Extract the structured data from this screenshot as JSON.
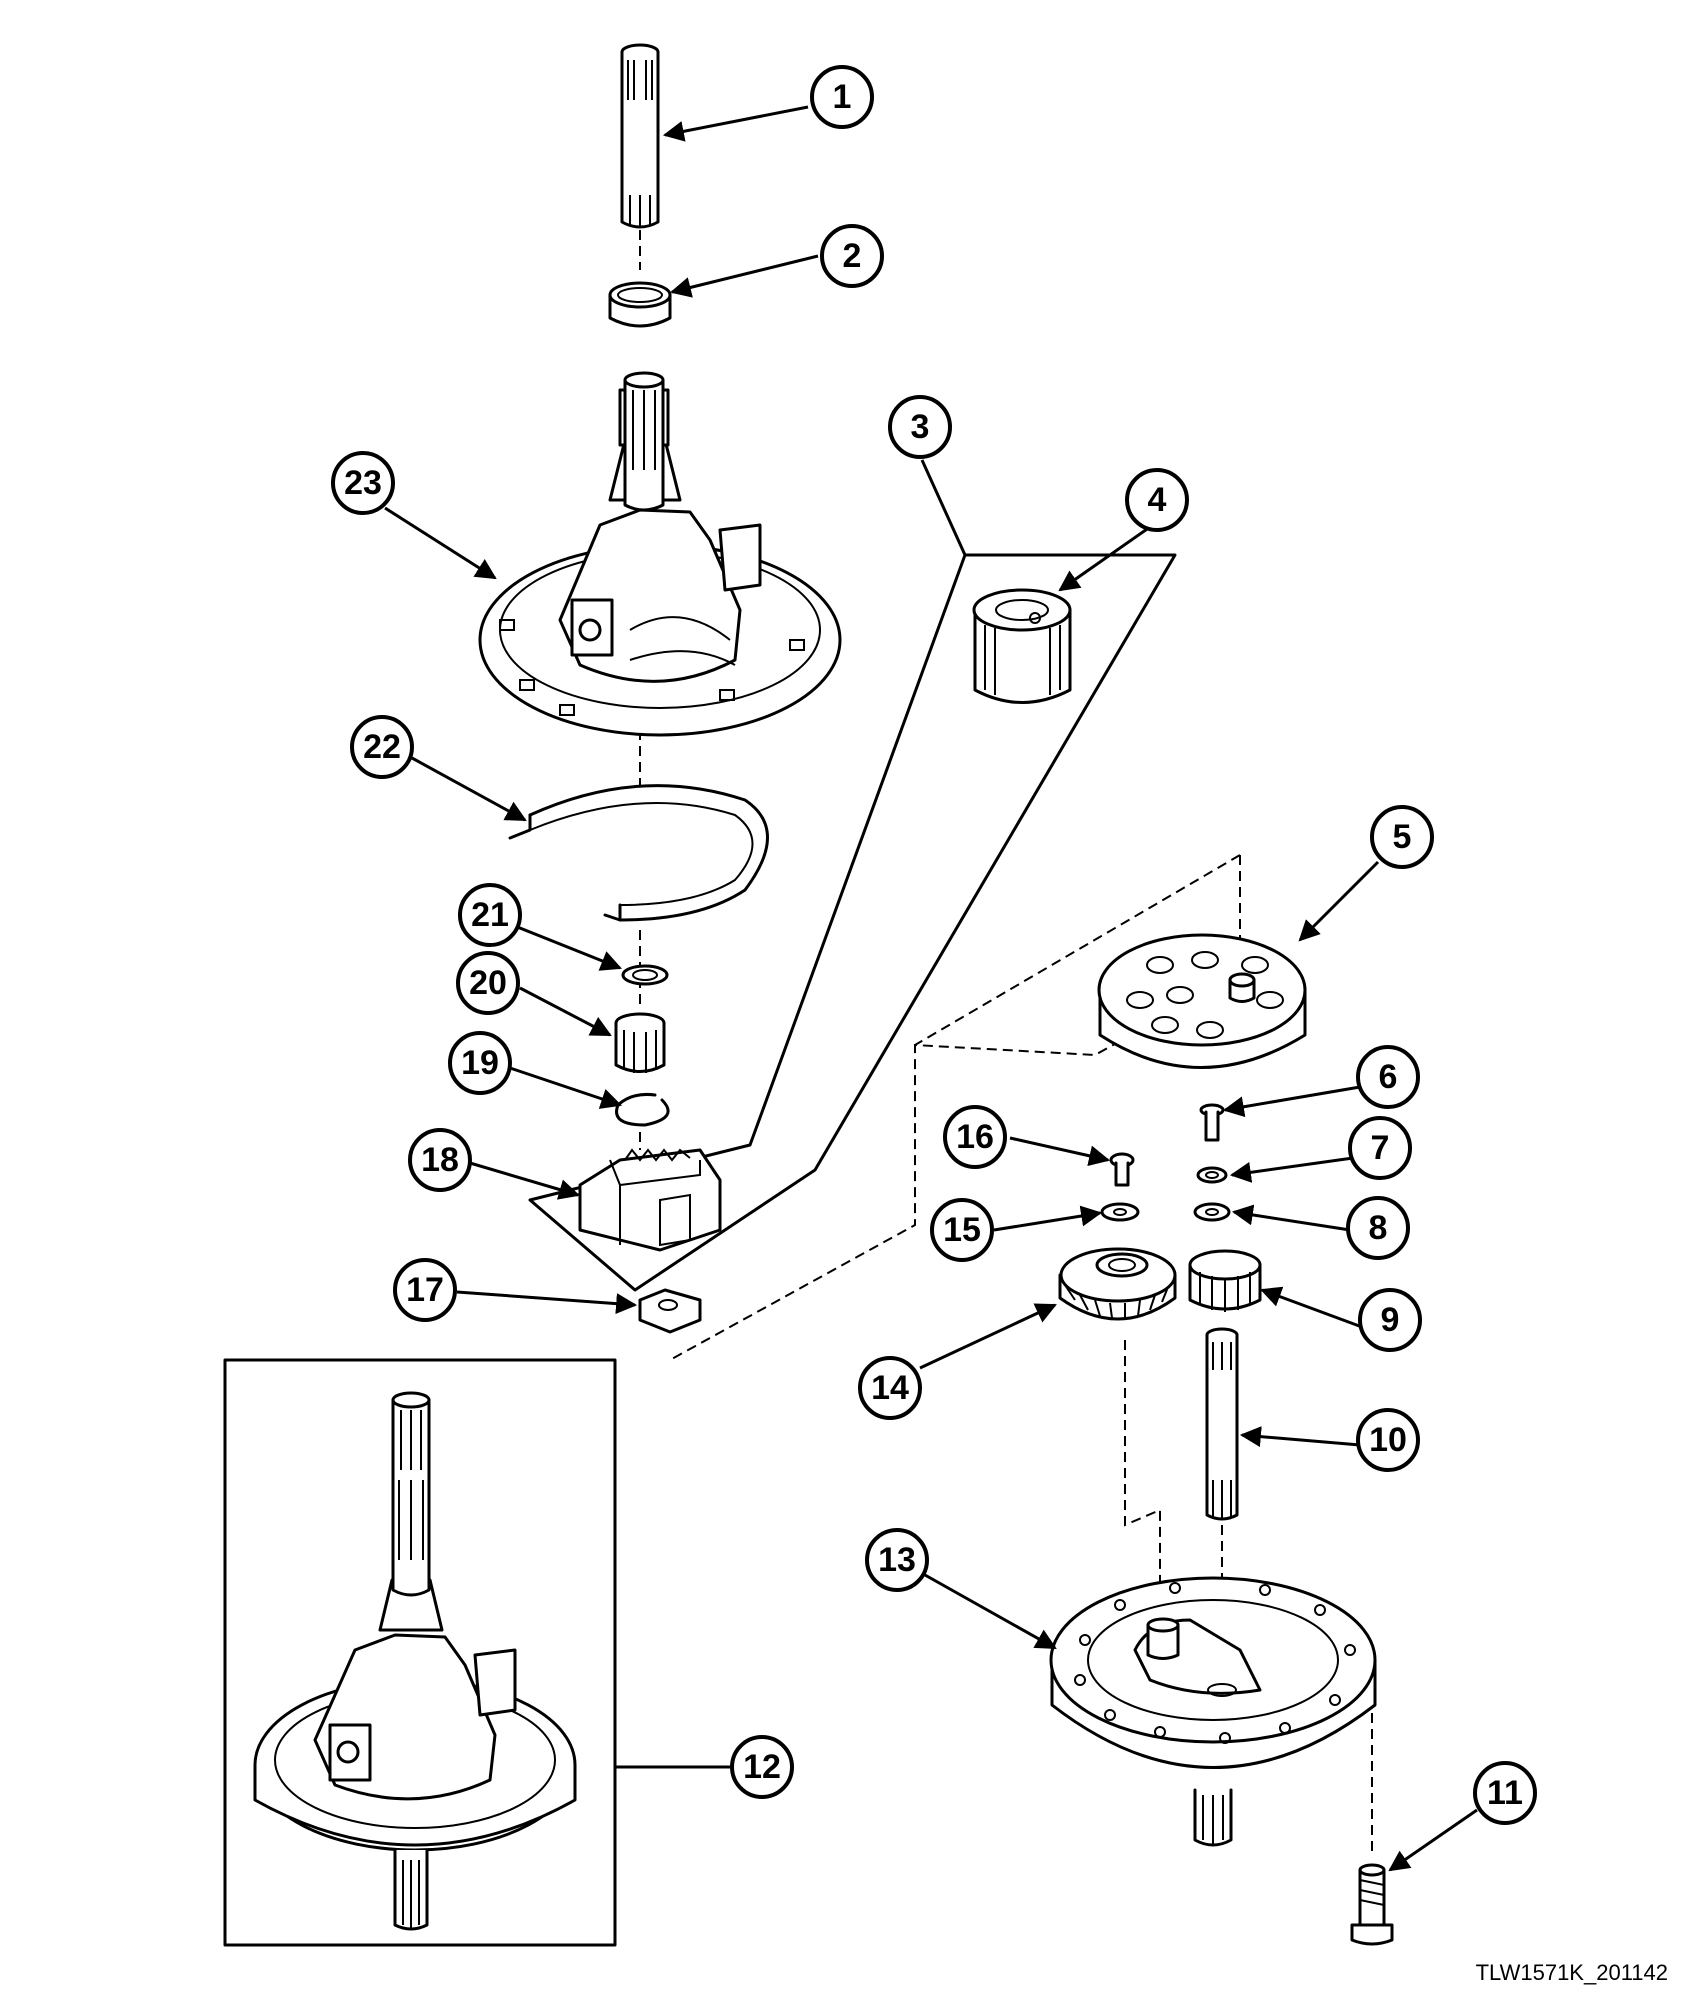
{
  "figure_code": "TLW1571K_201142",
  "callouts": [
    "1",
    "2",
    "3",
    "4",
    "5",
    "6",
    "7",
    "8",
    "9",
    "10",
    "11",
    "12",
    "13",
    "14",
    "15",
    "16",
    "17",
    "18",
    "19",
    "20",
    "21",
    "22",
    "23"
  ]
}
